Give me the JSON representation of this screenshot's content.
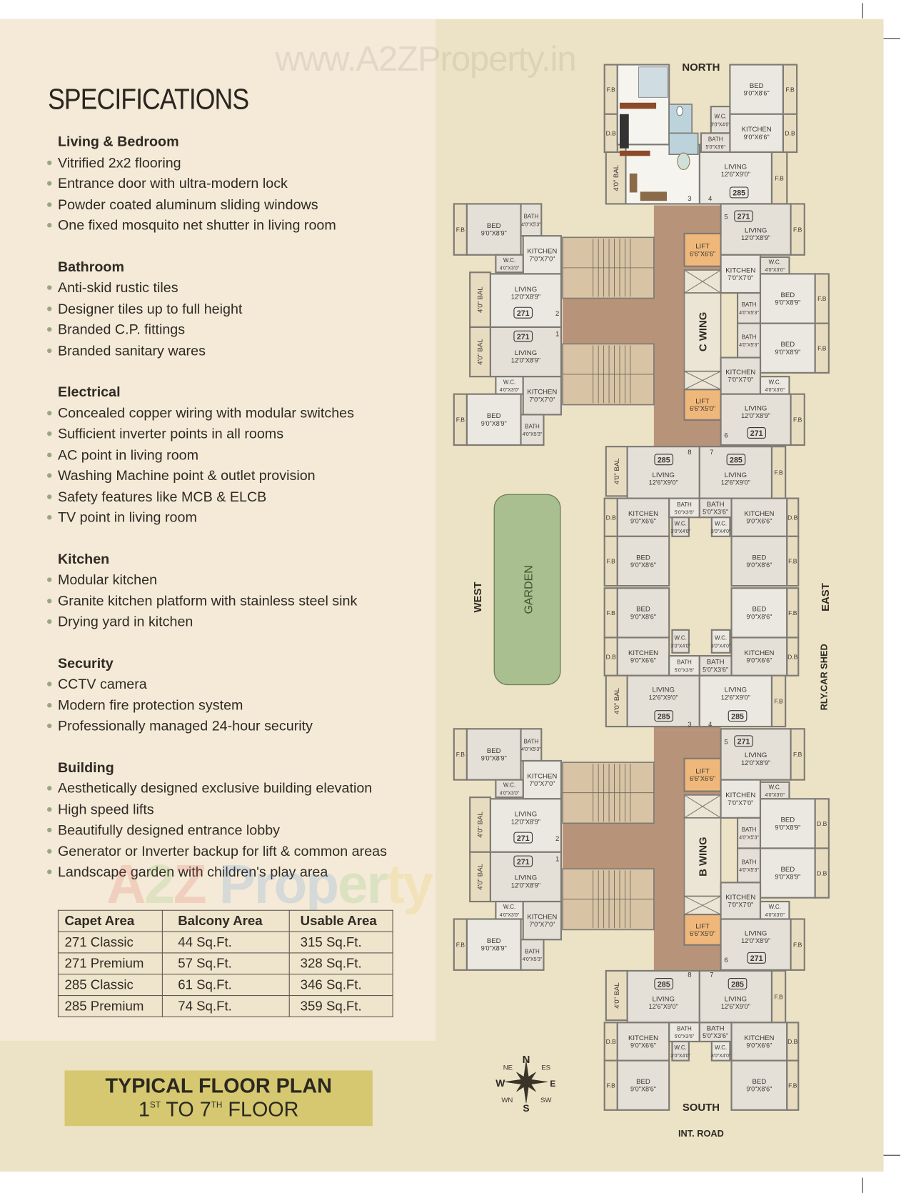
{
  "watermarks": {
    "top": "www.A2ZProperty.in",
    "middle": "A2Z Property"
  },
  "title": "SPECIFICATIONS",
  "sections": [
    {
      "heading": "Living & Bedroom",
      "items": [
        "Vitrified 2x2 flooring",
        "Entrance door with ultra-modern lock",
        "Powder coated aluminum sliding windows",
        "One fixed mosquito net shutter in living room"
      ]
    },
    {
      "heading": "Bathroom",
      "items": [
        "Anti-skid rustic tiles",
        "Designer tiles up to full height",
        "Branded C.P. fittings",
        "Branded sanitary wares"
      ]
    },
    {
      "heading": "Electrical",
      "items": [
        "Concealed copper wiring with modular switches",
        "Sufficient inverter points in all rooms",
        "AC point in living room",
        "Washing Machine point & outlet provision",
        "Safety features like MCB & ELCB",
        "TV point in living room"
      ]
    },
    {
      "heading": "Kitchen",
      "items": [
        "Modular kitchen",
        "Granite kitchen platform with stainless steel sink",
        "Drying yard in kitchen"
      ]
    },
    {
      "heading": "Security",
      "items": [
        "CCTV camera",
        "Modern fire protection system",
        "Professionally managed 24-hour security"
      ]
    },
    {
      "heading": "Building",
      "items": [
        "Aesthetically designed exclusive building elevation",
        "High speed lifts",
        "Beautifully designed entrance lobby",
        "Generator or Inverter backup for lift & common areas",
        "Landscape garden with children's play area"
      ]
    }
  ],
  "area_table": {
    "headers": [
      "Capet Area",
      "Balcony Area",
      "Usable Area"
    ],
    "rows": [
      [
        "271 Classic",
        "44 Sq.Ft.",
        "315 Sq.Ft."
      ],
      [
        "271 Premium",
        "57 Sq.Ft.",
        "328 Sq.Ft."
      ],
      [
        "285 Classic",
        "61 Sq.Ft.",
        "346 Sq.Ft."
      ],
      [
        "285 Premium",
        "74 Sq.Ft.",
        "359 Sq.Ft."
      ]
    ]
  },
  "floor_plan_box": {
    "line1": "TYPICAL FLOOR PLAN",
    "line2_a": "1",
    "line2_a_sup": "ST",
    "line2_b": " TO 7",
    "line2_b_sup": "TH",
    "line2_c": " FLOOR"
  },
  "plan": {
    "directions": {
      "north": "NORTH",
      "south": "SOUTH",
      "west": "WEST",
      "east": "EAST",
      "rly": "RLY.CAR SHED",
      "road": "INT. ROAD",
      "garden": "GARDEN"
    },
    "compass": {
      "N": "N",
      "S": "S",
      "E": "E",
      "W": "W",
      "NE": "NE",
      "ES": "ES",
      "WN": "WN",
      "SW": "SW"
    },
    "colors": {
      "corridor": "#b7937a",
      "lift": "#efb87a",
      "garden": "#a9bf8f",
      "room": "#e4e0d8",
      "wall": "#7d7a74"
    },
    "north_block": {
      "rooms": [
        {
          "label": "F.B"
        },
        {
          "label": "D.B"
        },
        {
          "label": "4'0\" BAL"
        },
        {
          "label": "BED",
          "dims": "9'0\"X8'6\""
        },
        {
          "label": "F.B"
        },
        {
          "label": "W.C.",
          "dims": "3'0\"X4'0\""
        },
        {
          "label": "KITCHEN",
          "dims": "9'0\"X6'6\""
        },
        {
          "label": "D.B"
        },
        {
          "label": "BATH",
          "dims": "5'0\"X3'6\""
        },
        {
          "label": "LIVING",
          "dims": "12'6\"X9'0\""
        },
        {
          "label": "F.B"
        }
      ],
      "tags": [
        "285"
      ],
      "numbers": [
        "3",
        "4"
      ]
    },
    "c_wing": {
      "name": "C WING",
      "rooms": [
        {
          "label": "F.B"
        },
        {
          "label": "BED",
          "dims": "9'0\"X8'9\""
        },
        {
          "label": "BATH",
          "dims": "4'0\"X5'3\""
        },
        {
          "label": "KITCHEN",
          "dims": "7'0\"X7'0\""
        },
        {
          "label": "W.C.",
          "dims": "4'0\"X3'0\""
        },
        {
          "label": "4'0\" BAL"
        },
        {
          "label": "LIVING",
          "dims": "12'0\"X8'9\""
        },
        {
          "label": "4'0\" BAL"
        },
        {
          "label": "LIVING",
          "dims": "12'0\"X8'9\""
        },
        {
          "label": "W.C.",
          "dims": "4'0\"X3'0\""
        },
        {
          "label": "KITCHEN",
          "dims": "7'0\"X7'0\""
        },
        {
          "label": "F.B"
        },
        {
          "label": "BED",
          "dims": "9'0\"X8'9\""
        },
        {
          "label": "BATH",
          "dims": "4'0\"X5'3\""
        },
        {
          "label": "LIFT",
          "dims": "6'6\"X6'6\""
        },
        {
          "label": "LIFT",
          "dims": "6'6\"X5'0\""
        },
        {
          "label": "LIVING",
          "dims": "12'0\"X8'9\""
        },
        {
          "label": "F.B"
        },
        {
          "label": "KITCHEN",
          "dims": "7'0\"X7'0\""
        },
        {
          "label": "W.C.",
          "dims": "4'0\"X3'0\""
        },
        {
          "label": "BATH",
          "dims": "4'0\"X5'3\""
        },
        {
          "label": "BED",
          "dims": "9'0\"X8'9\""
        },
        {
          "label": "F.B"
        },
        {
          "label": "BATH",
          "dims": "4'0\"X5'3\""
        },
        {
          "label": "BED",
          "dims": "9'0\"X8'9\""
        },
        {
          "label": "F.B"
        },
        {
          "label": "KITCHEN",
          "dims": "7'0\"X7'0\""
        },
        {
          "label": "W.C.",
          "dims": "4'0\"X3'0\""
        },
        {
          "label": "LIVING",
          "dims": "12'0\"X8'9\""
        },
        {
          "label": "F.B"
        }
      ],
      "tags": [
        "271",
        "271",
        "271",
        "271"
      ],
      "numbers": [
        "2",
        "1",
        "5",
        "6"
      ]
    },
    "middle_block": {
      "rooms": [
        {
          "label": "4'0\" BAL"
        },
        {
          "label": "LIVING",
          "dims": "12'6\"X9'0\""
        },
        {
          "label": "LIVING",
          "dims": "12'6\"X9'0\""
        },
        {
          "label": "F.B"
        },
        {
          "label": "D.B"
        },
        {
          "label": "KITCHEN",
          "dims": "9'0\"X6'6\""
        },
        {
          "label": "BATH",
          "dims": "5'0\"X3'6\""
        },
        {
          "label": "BATH",
          "dims": "5'0\"X3'6\""
        },
        {
          "label": "W.C.",
          "dims": "3'0\"X4'0\""
        },
        {
          "label": "W.C.",
          "dims": "3'0\"X4'0\""
        },
        {
          "label": "KITCHEN",
          "dims": "9'0\"X6'6\""
        },
        {
          "label": "D.B"
        },
        {
          "label": "F.B"
        },
        {
          "label": "BED",
          "dims": "9'0\"X8'6\""
        },
        {
          "label": "BED",
          "dims": "9'0\"X8'6\""
        },
        {
          "label": "F.B"
        },
        {
          "label": "F.B"
        },
        {
          "label": "BED",
          "dims": "9'0\"X8'6\""
        },
        {
          "label": "BED",
          "dims": "9'0\"X8'6\""
        },
        {
          "label": "F.B"
        },
        {
          "label": "W.C.",
          "dims": "3'0\"X4'0\""
        },
        {
          "label": "W.C.",
          "dims": "3'0\"X4'0\""
        },
        {
          "label": "D.B"
        },
        {
          "label": "KITCHEN",
          "dims": "9'0\"X6'6\""
        },
        {
          "label": "BATH",
          "dims": "5'0\"X3'6\""
        },
        {
          "label": "BATH",
          "dims": "5'0\"X3'6\""
        },
        {
          "label": "KITCHEN",
          "dims": "9'0\"X6'6\""
        },
        {
          "label": "D.B"
        },
        {
          "label": "4'0\" BAL"
        },
        {
          "label": "LIVING",
          "dims": "12'6\"X9'0\""
        },
        {
          "label": "LIVING",
          "dims": "12'6\"X9'0\""
        },
        {
          "label": "F.B"
        }
      ],
      "tags": [
        "285",
        "285",
        "285",
        "285"
      ],
      "numbers": [
        "8",
        "7",
        "3",
        "4"
      ]
    },
    "b_wing": {
      "name": "B WING",
      "rooms": [
        {
          "label": "F.B"
        },
        {
          "label": "BED",
          "dims": "9'0\"X8'9\""
        },
        {
          "label": "BATH",
          "dims": "4'0\"X5'3\""
        },
        {
          "label": "KITCHEN",
          "dims": "7'0\"X7'0\""
        },
        {
          "label": "W.C.",
          "dims": "4'0\"X3'0\""
        },
        {
          "label": "4'0\" BAL"
        },
        {
          "label": "LIVING",
          "dims": "12'0\"X8'9\""
        },
        {
          "label": "4'0\" BAL"
        },
        {
          "label": "LIVING",
          "dims": "12'0\"X8'9\""
        },
        {
          "label": "W.C.",
          "dims": "4'0\"X3'0\""
        },
        {
          "label": "KITCHEN",
          "dims": "7'0\"X7'0\""
        },
        {
          "label": "F.B"
        },
        {
          "label": "BED",
          "dims": "9'0\"X8'9\""
        },
        {
          "label": "BATH",
          "dims": "4'0\"X5'3\""
        },
        {
          "label": "LIFT",
          "dims": "6'6\"X6'6\""
        },
        {
          "label": "LIFT",
          "dims": "6'6\"X5'0\""
        },
        {
          "label": "LIVING",
          "dims": "12'0\"X8'9\""
        },
        {
          "label": "F.B"
        },
        {
          "label": "KITCHEN",
          "dims": "7'0\"X7'0\""
        },
        {
          "label": "W.C.",
          "dims": "4'0\"X3'0\""
        },
        {
          "label": "BATH",
          "dims": "4'0\"X5'3\""
        },
        {
          "label": "BED",
          "dims": "9'0\"X8'9\""
        },
        {
          "label": "D.B"
        },
        {
          "label": "BATH",
          "dims": "4'0\"X5'3\""
        },
        {
          "label": "BED",
          "dims": "9'0\"X8'9\""
        },
        {
          "label": "D.B"
        },
        {
          "label": "KITCHEN",
          "dims": "7'0\"X7'0\""
        },
        {
          "label": "W.C.",
          "dims": "4'0\"X3'0\""
        },
        {
          "label": "LIVING",
          "dims": "12'0\"X8'9\""
        },
        {
          "label": "F.B"
        }
      ],
      "tags": [
        "271",
        "271",
        "271",
        "271"
      ],
      "numbers": [
        "2",
        "1",
        "5",
        "6"
      ]
    },
    "south_block": {
      "rooms": [
        {
          "label": "4'0\" BAL"
        },
        {
          "label": "LIVING",
          "dims": "12'6\"X9'0\""
        },
        {
          "label": "LIVING",
          "dims": "12'6\"X9'0\""
        },
        {
          "label": "F.B"
        },
        {
          "label": "D.B"
        },
        {
          "label": "KITCHEN",
          "dims": "9'0\"X6'6\""
        },
        {
          "label": "BATH",
          "dims": "5'0\"X3'6\""
        },
        {
          "label": "BATH",
          "dims": "5'0\"X3'6\""
        },
        {
          "label": "W.C.",
          "dims": "3'0\"X4'0\""
        },
        {
          "label": "W.C.",
          "dims": "3'0\"X4'0\""
        },
        {
          "label": "KITCHEN",
          "dims": "9'0\"X6'6\""
        },
        {
          "label": "D.B"
        },
        {
          "label": "F.B"
        },
        {
          "label": "BED",
          "dims": "9'0\"X8'6\""
        },
        {
          "label": "BED",
          "dims": "9'0\"X8'6\""
        },
        {
          "label": "F.B"
        }
      ],
      "tags": [
        "285",
        "285"
      ],
      "numbers": [
        "8",
        "7"
      ]
    }
  }
}
